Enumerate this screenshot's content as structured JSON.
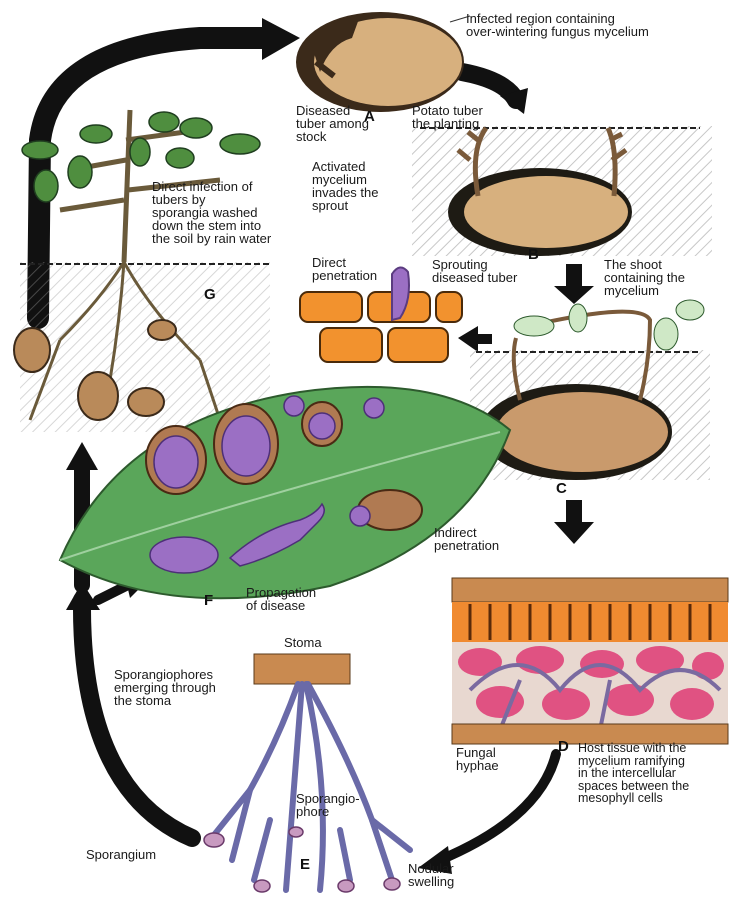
{
  "stages": {
    "a": {
      "letter": "A",
      "label_region": "Infected region containing\nover-wintering fungus mycelium",
      "label_tuber": "Diseased\ntuber among\nstock",
      "label_planting": "Potato tuber\nthe planting"
    },
    "b": {
      "letter": "B",
      "label_activated": "Activated\nmycelium\ninvades the\nsprout",
      "label_sprouting": "Sprouting\ndiseased tuber"
    },
    "c": {
      "letter": "C",
      "label_shoot": "The shoot\ncontaining the\nmycelium"
    },
    "d": {
      "letter": "D",
      "label_host": "Host tissue with the\nmycelium ramifying\nin the intercellular\nspaces between the\nmesophyll cells",
      "label_hyphae": "Fungal\nhyphae"
    },
    "e": {
      "letter": "E",
      "label_stoma": "Stoma",
      "label_sporangiophores": "Sporangiophores\nemerging through\nthe stoma",
      "label_sporangiophore": "Sporangio-\nphore",
      "label_sporangium": "Sporangium",
      "label_nodular": "Nodular\nswelling"
    },
    "f": {
      "letter": "F",
      "label_propagation": "Propagation\nof disease",
      "label_indirect": "Indirect\npenetration",
      "label_direct": "Direct\npenetration"
    },
    "g": {
      "letter": "G",
      "label_infection": "Direct infection of\ntubers by\nsporangia washed\ndown the stem into\nthe soil by rain water"
    }
  },
  "colors": {
    "tuber_flesh": "#d7b07e",
    "tuber_rot": "#3b2a1a",
    "leaf": "#5aa65a",
    "spore": "#9b6fc4",
    "cell_orange": "#f2922e",
    "tissue_pink": "#e0447a",
    "arrow": "#111111"
  }
}
